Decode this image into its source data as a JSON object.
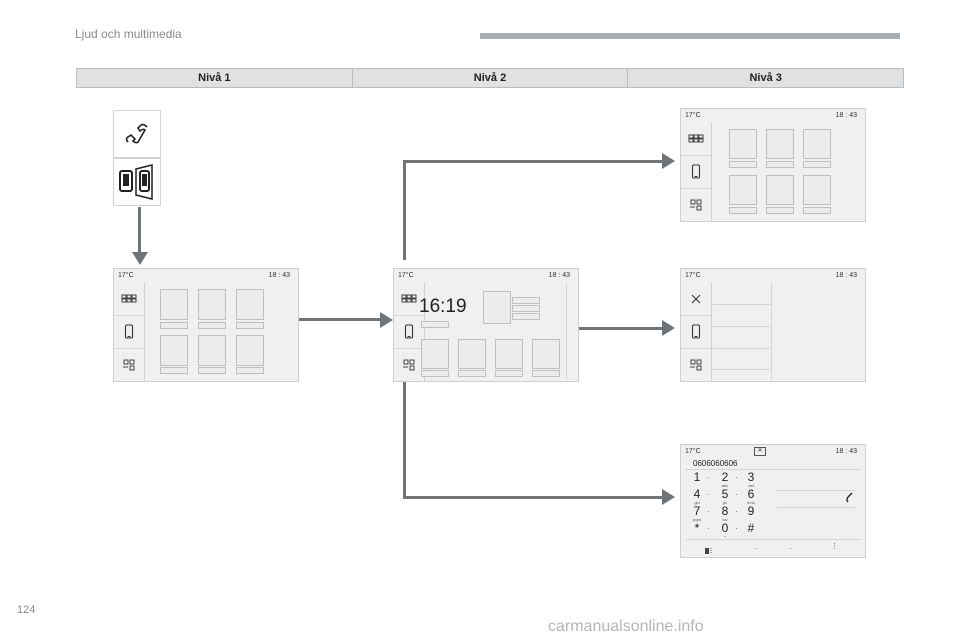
{
  "header": {
    "title": "Ljud och multimedia"
  },
  "levels": [
    "Nivå 1",
    "Nivå 2",
    "Nivå 3"
  ],
  "status": {
    "temp": "17°C",
    "time": "18 : 43"
  },
  "home_clock": "16:19",
  "dialer": {
    "number": "0606060606",
    "keys": [
      {
        "d": "1",
        "s": ""
      },
      {
        "d": "2",
        "s": "abc"
      },
      {
        "d": "3",
        "s": "def"
      },
      {
        "d": "4",
        "s": "ghi"
      },
      {
        "d": "5",
        "s": "jkl"
      },
      {
        "d": "6",
        "s": "mno"
      },
      {
        "d": "7",
        "s": "pqrs"
      },
      {
        "d": "8",
        "s": "tuv"
      },
      {
        "d": "9",
        "s": ""
      },
      {
        "d": "*",
        "s": ""
      },
      {
        "d": "0",
        "s": "+"
      },
      {
        "d": "#",
        "s": ""
      }
    ]
  },
  "footer": {
    "page": "124",
    "watermark": "carmanualsonline.info"
  },
  "icons": [
    "phone-handset-icon",
    "dual-phone-icon",
    "apps-grid-icon",
    "smartphone-icon",
    "widgets-icon",
    "close-icon",
    "backspace-icon",
    "call-icon"
  ],
  "colors": {
    "arrow": "#6f7479",
    "screen_bg": "#f0f0f0"
  }
}
